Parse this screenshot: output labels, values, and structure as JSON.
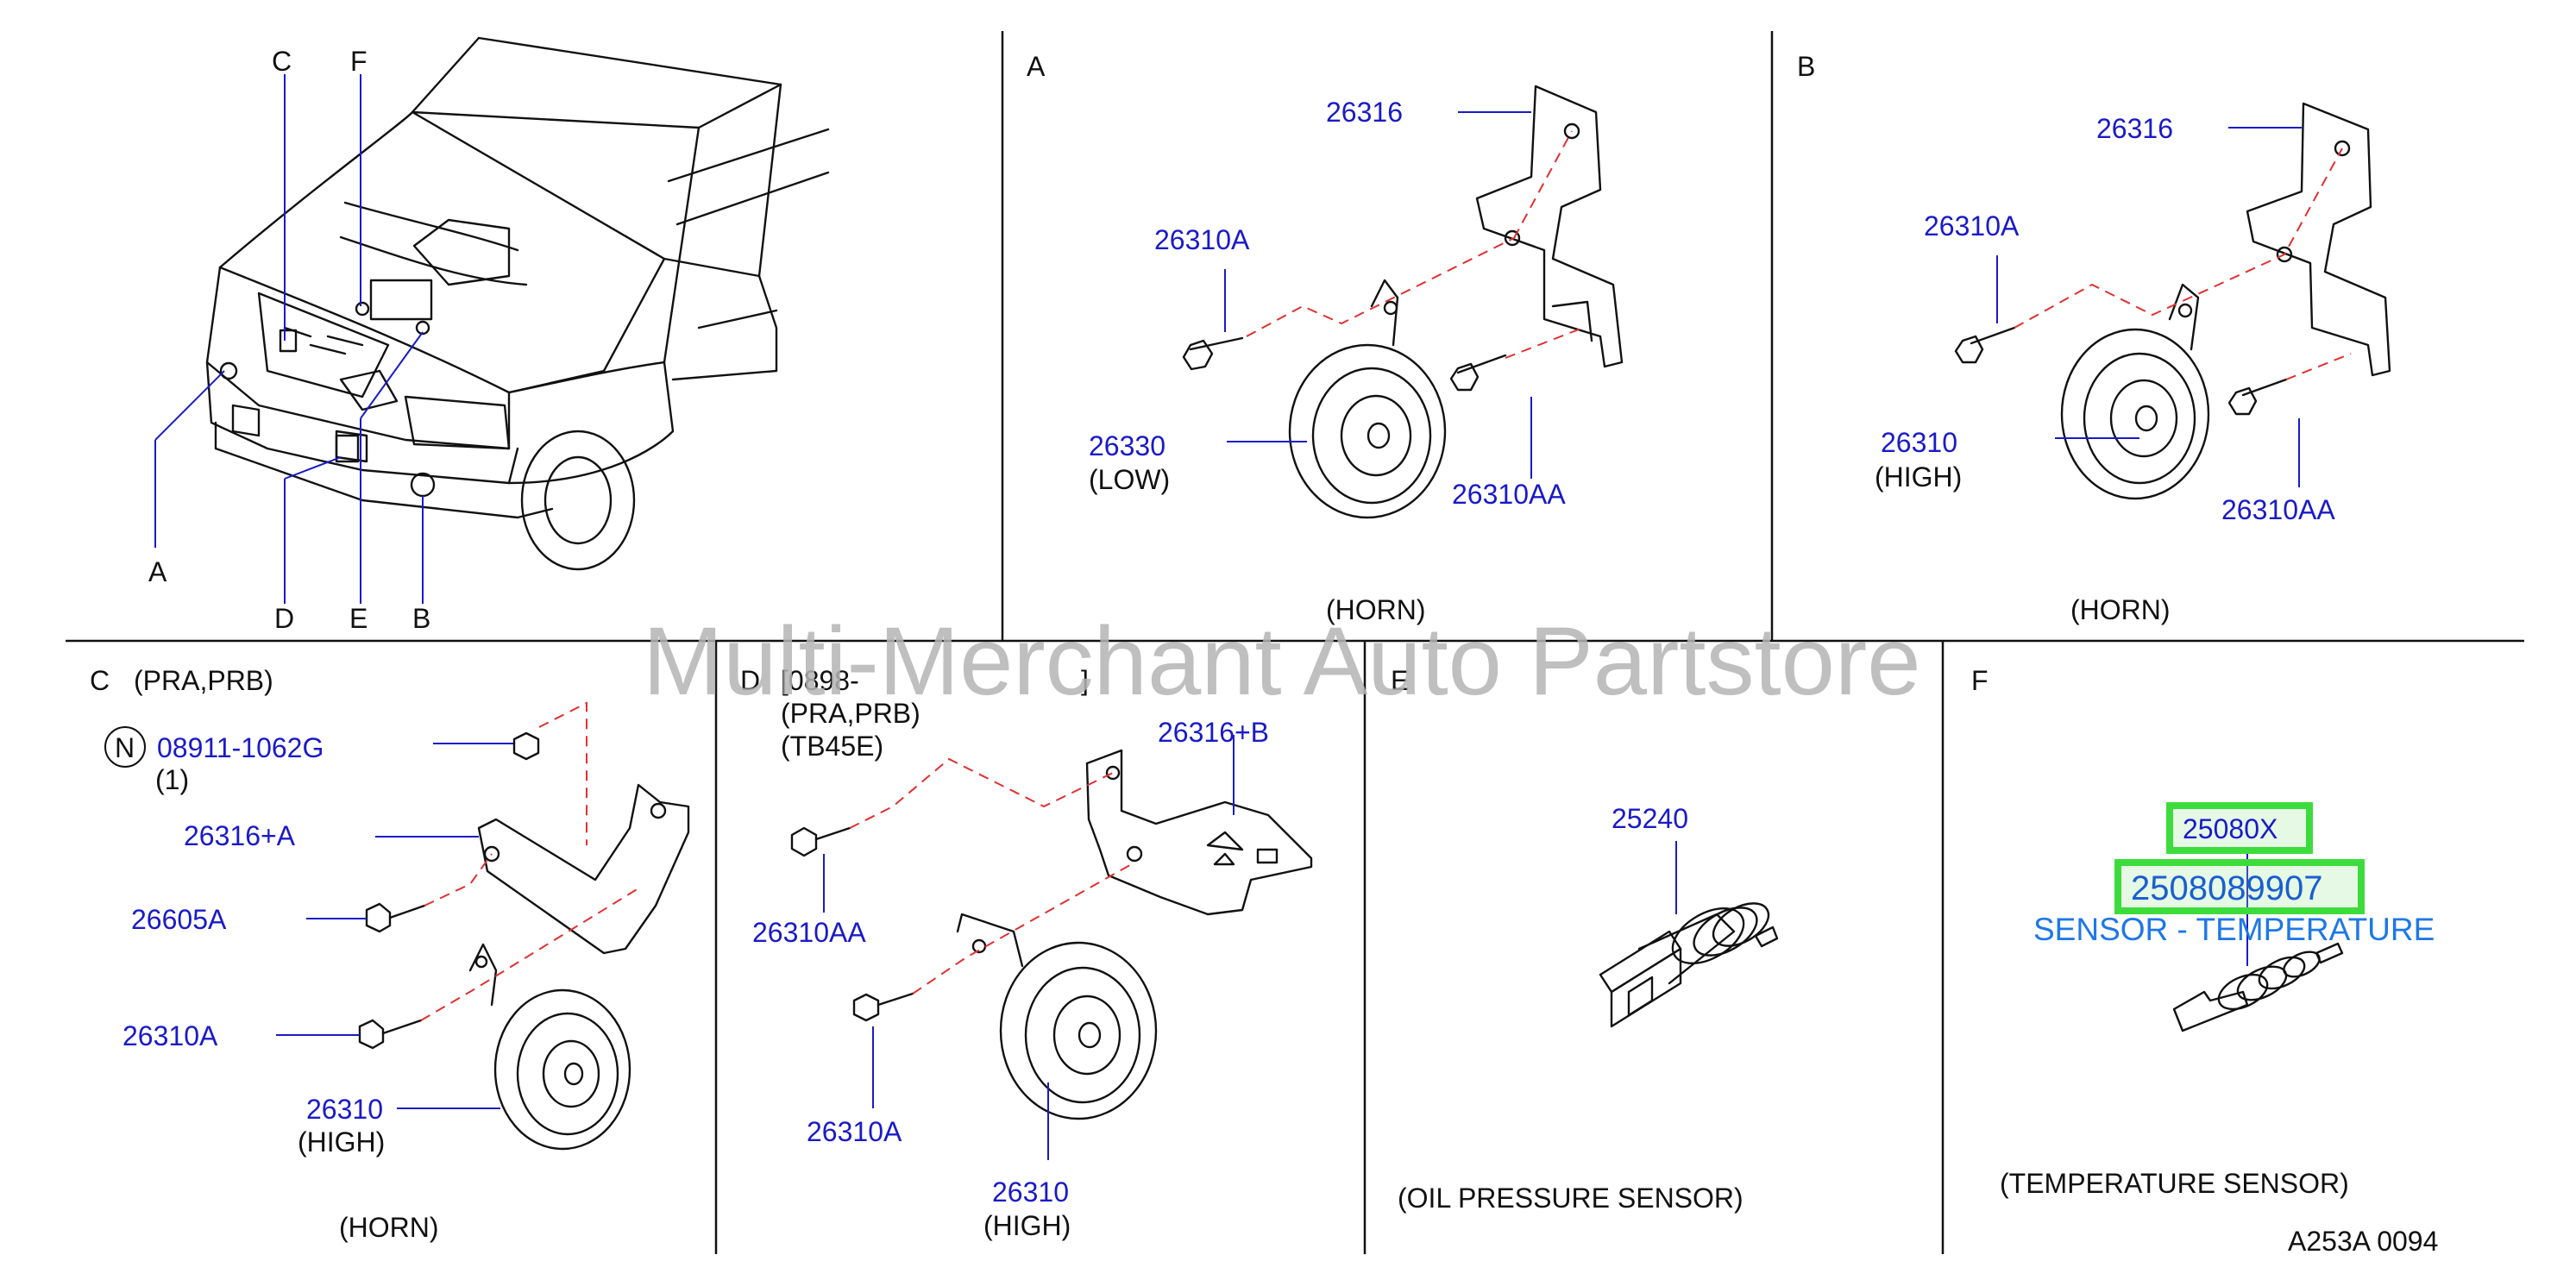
{
  "panels": {
    "overview": {
      "labels": [
        "A",
        "B",
        "C",
        "D",
        "E",
        "F"
      ]
    },
    "a": {
      "letter": "A",
      "caption": "(HORN)",
      "parts": {
        "bracket": "26316",
        "bolt": "26310A",
        "horn": "26330",
        "horn_note": "(LOW)",
        "bolt2": "26310AA"
      }
    },
    "b": {
      "letter": "B",
      "caption": "(HORN)",
      "parts": {
        "bracket": "26316",
        "bolt": "26310A",
        "horn": "26310",
        "horn_note": "(HIGH)",
        "bolt2": "26310AA"
      }
    },
    "c": {
      "letter": "C",
      "title": "(PRA,PRB)",
      "caption": "(HORN)",
      "n_symbol": "N",
      "parts": {
        "nut": "08911-1062G",
        "nut_qty": "(1)",
        "bracket": "26316+A",
        "bolt1": "26605A",
        "bolt2": "26310A",
        "horn": "26310",
        "horn_note": "(HIGH)"
      }
    },
    "d": {
      "letter": "D",
      "title_line1": "[0898-",
      "title_bracket_close": "]",
      "title_line2": "(PRA,PRB)",
      "title_line3": "(TB45E)",
      "parts": {
        "bracket": "26316+B",
        "bolt1": "26310AA",
        "bolt2": "26310A",
        "horn": "26310",
        "horn_note": "(HIGH)"
      }
    },
    "e": {
      "letter": "E",
      "caption": "(OIL   PRESSURE   SENSOR)",
      "parts": {
        "sensor": "25240"
      }
    },
    "f": {
      "letter": "F",
      "caption": "(TEMPERATURE   SENSOR)",
      "parts": {
        "sensor": "25080X",
        "sensor_alt": "2508089907",
        "sensor_desc": "SENSOR - TEMPERATURE"
      }
    }
  },
  "watermark": "Multi-Merchant Auto Partstore",
  "diagram_code": "A253A  0094"
}
